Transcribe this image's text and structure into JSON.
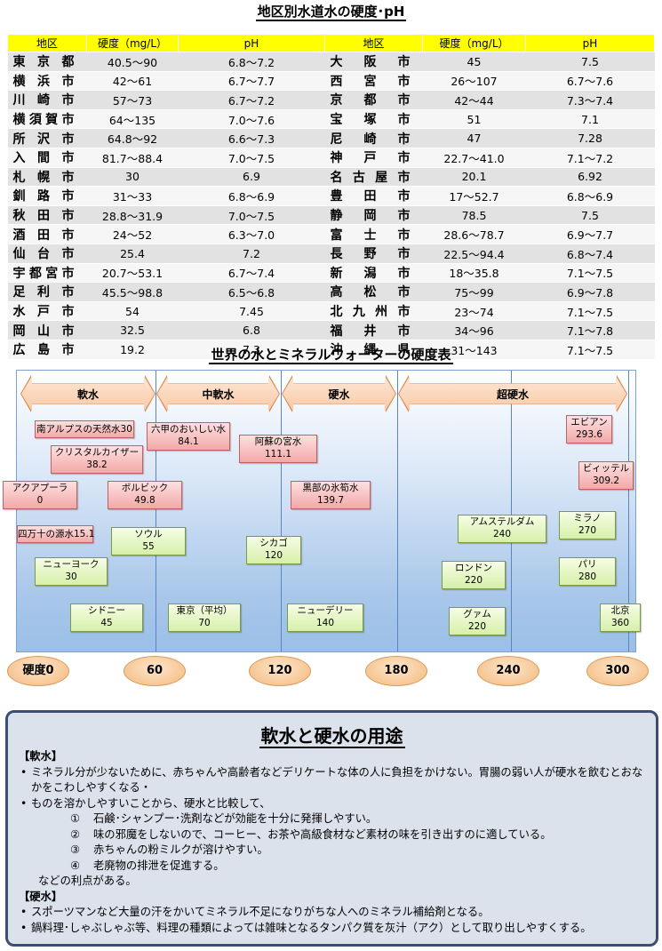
{
  "table": {
    "title": "地区別水道水の硬度･pH",
    "headers": [
      "地区",
      "硬度（mg/L）",
      "pH",
      "地区",
      "硬度（mg/L）",
      "pH"
    ],
    "rows": [
      [
        "東京都",
        "40.5～90",
        "6.8～7.2",
        "大阪市",
        "45",
        "7.5"
      ],
      [
        "横浜市",
        "42～61",
        "6.7～7.7",
        "西宮市",
        "26～107",
        "6.7～7.6"
      ],
      [
        "川崎市",
        "57～73",
        "6.7～7.2",
        "京都市",
        "42～44",
        "7.3～7.4"
      ],
      [
        "横須賀市",
        "64～135",
        "7.0～7.6",
        "宝塚市",
        "51",
        "7.1"
      ],
      [
        "所沢市",
        "64.8～92",
        "6.6～7.3",
        "尼崎市",
        "47",
        "7.28"
      ],
      [
        "入間市",
        "81.7～88.4",
        "7.0～7.5",
        "神戸市",
        "22.7～41.0",
        "7.1～7.2"
      ],
      [
        "札幌市",
        "30",
        "6.9",
        "名古屋市",
        "20.1",
        "6.92"
      ],
      [
        "釧路市",
        "31～33",
        "6.8～6.9",
        "豊田市",
        "17～52.7",
        "6.8～6.9"
      ],
      [
        "秋田市",
        "28.8～31.9",
        "7.0～7.5",
        "静岡市",
        "78.5",
        "7.5"
      ],
      [
        "酒田市",
        "24～52",
        "6.3～7.0",
        "富士市",
        "28.6～78.7",
        "6.9～7.7"
      ],
      [
        "仙台市",
        "25.4",
        "7.2",
        "長野市",
        "22.5～94.4",
        "6.8～7.4"
      ],
      [
        "宇都宮市",
        "20.7～53.1",
        "6.7～7.4",
        "新潟市",
        "18～35.8",
        "7.1～7.5"
      ],
      [
        "足利市",
        "45.5～98.8",
        "6.5～6.8",
        "高松市",
        "75～99",
        "6.9～7.8"
      ],
      [
        "水戸市",
        "54",
        "7.45",
        "北九州市",
        "23～74",
        "7.1～7.5"
      ],
      [
        "岡山市",
        "32.5",
        "6.8",
        "福井市",
        "34～96",
        "7.1～7.8"
      ],
      [
        "広島市",
        "19.2",
        "7.3",
        "沖縄県",
        "31～143",
        "7.1～7.5"
      ]
    ]
  },
  "chart": {
    "title": "世界の水とミネラルウォーターの硬度表",
    "bands": [
      "軟水",
      "中軟水",
      "硬水",
      "超硬水"
    ],
    "scale": [
      "硬度0",
      "60",
      "120",
      "180",
      "240",
      "300"
    ],
    "items": [
      {
        "name": "南アルプスの天然水",
        "value": "30",
        "inline": true,
        "type": "red"
      },
      {
        "name": "クリスタルカイザー",
        "value": "38.2",
        "type": "red"
      },
      {
        "name": "アクアプーラ",
        "value": "0",
        "type": "red"
      },
      {
        "name": "ボルビック",
        "value": "49.8",
        "type": "red"
      },
      {
        "name": "四万十の源水",
        "value": "15.1",
        "inline": true,
        "type": "red"
      },
      {
        "name": "六甲のおいしい水",
        "value": "84.1",
        "type": "red"
      },
      {
        "name": "阿蘇の宮水",
        "value": "111.1",
        "type": "red"
      },
      {
        "name": "黒部の氷筍水",
        "value": "139.7",
        "type": "red"
      },
      {
        "name": "エビアン",
        "value": "293.6",
        "type": "red"
      },
      {
        "name": "ビィッテル",
        "value": "309.2",
        "type": "red"
      },
      {
        "name": "ソウル",
        "value": "55",
        "type": "green"
      },
      {
        "name": "ニューヨーク",
        "value": "30",
        "type": "green"
      },
      {
        "name": "シドニー",
        "value": "45",
        "type": "green"
      },
      {
        "name": "東京（平均）",
        "value": "70",
        "type": "green"
      },
      {
        "name": "シカゴ",
        "value": "120",
        "type": "green"
      },
      {
        "name": "ニューデリー",
        "value": "140",
        "type": "green"
      },
      {
        "name": "アムステルダム",
        "value": "240",
        "type": "green"
      },
      {
        "name": "ロンドン",
        "value": "220",
        "type": "green"
      },
      {
        "name": "グァム",
        "value": "220",
        "type": "green"
      },
      {
        "name": "ミラノ",
        "value": "270",
        "type": "green"
      },
      {
        "name": "パリ",
        "value": "280",
        "type": "green"
      },
      {
        "name": "北京",
        "value": "360",
        "type": "green"
      }
    ]
  },
  "notes": {
    "title": "軟水と硬水の用途",
    "soft_header": "【軟水】",
    "soft_b1": "ミネラル分が少ないために、赤ちゃんや高齢者などデリケートな体の人に負担をかけない。胃腸の弱い人が硬水を飲むとおなかをこわしやすくなる・",
    "soft_b2": "ものを溶かしやすいことから、硬水と比較して、",
    "soft_list": [
      {
        "n": "①",
        "text": "石鹸･シャンプー･洗剤などが効能を十分に発揮しやすい。"
      },
      {
        "n": "②",
        "text": "味の邪魔をしないので、コーヒー、お茶や高級食材など素材の味を引き出すのに適している。"
      },
      {
        "n": "③",
        "text": "赤ちゃんの粉ミルクが溶けやすい。"
      },
      {
        "n": "④",
        "text": "老廃物の排泄を促進する。"
      }
    ],
    "soft_tail": "などの利点がある。",
    "hard_header": "【硬水】",
    "hard_b1": "スポーツマンなど大量の汗をかいてミネラル不足になりがちな人へのミネラル補給剤となる。",
    "hard_b2": "鍋料理･しゃぶしゃぶ等、料理の種類によっては雑味となるタンパク質を灰汁（アク）として取り出しやすくする。"
  }
}
